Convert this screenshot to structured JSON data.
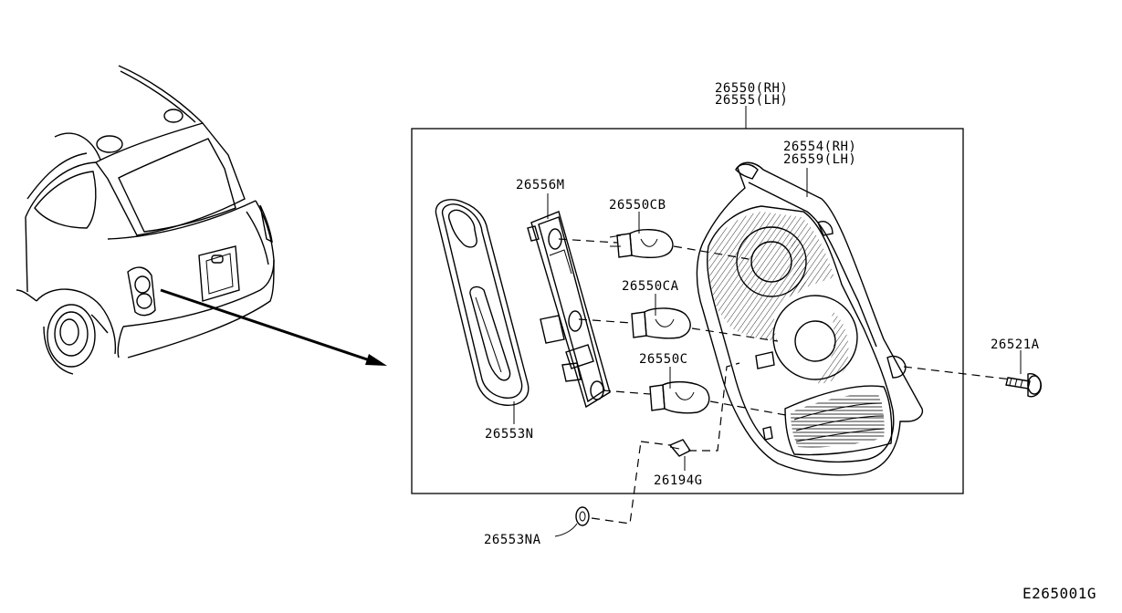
{
  "labels": {
    "lamp_assy_rh": "26550(RH)",
    "lamp_assy_lh": "26555(LH)",
    "housing_rh": "26554(RH)",
    "housing_lh": "26559(LH)",
    "socket_plate": "26556M",
    "bulb_cb": "26550CB",
    "bulb_ca": "26550CA",
    "bulb_c": "26550C",
    "gasket": "26553N",
    "clip": "26194G",
    "grommet": "26553NA",
    "bolt": "26521A"
  },
  "diagram_id": "E265001G"
}
